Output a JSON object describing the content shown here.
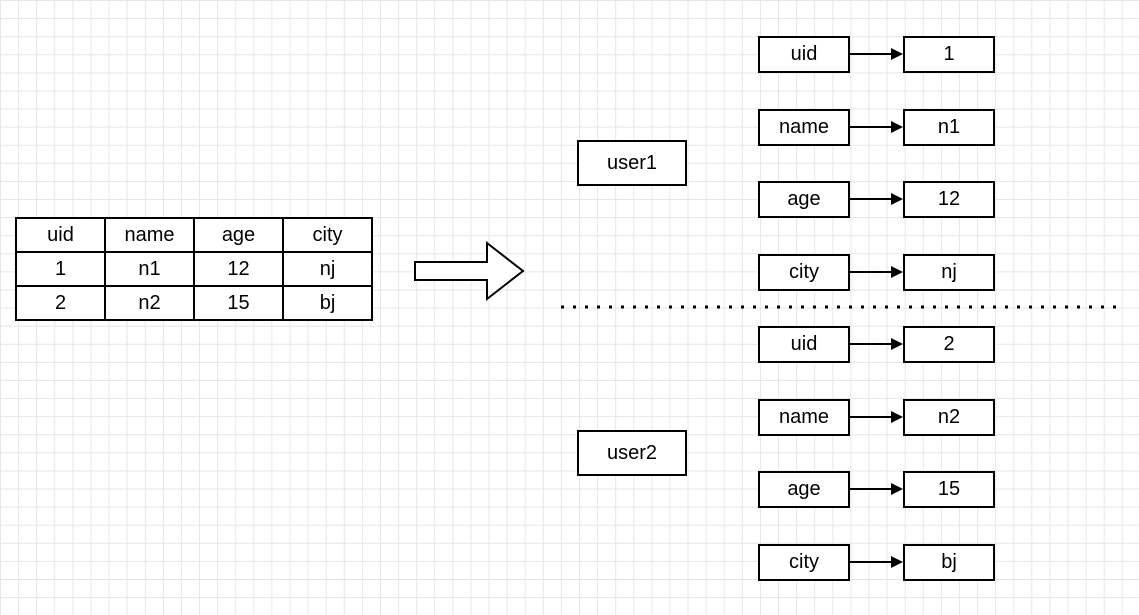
{
  "table": {
    "headers": [
      "uid",
      "name",
      "age",
      "city"
    ],
    "rows": [
      [
        "1",
        "n1",
        "12",
        "nj"
      ],
      [
        "2",
        "n2",
        "15",
        "bj"
      ]
    ]
  },
  "groups": [
    {
      "label": "user1",
      "fields": [
        {
          "key": "uid",
          "value": "1"
        },
        {
          "key": "name",
          "value": "n1"
        },
        {
          "key": "age",
          "value": "12"
        },
        {
          "key": "city",
          "value": "nj"
        }
      ]
    },
    {
      "label": "user2",
      "fields": [
        {
          "key": "uid",
          "value": "2"
        },
        {
          "key": "name",
          "value": "n2"
        },
        {
          "key": "age",
          "value": "15"
        },
        {
          "key": "city",
          "value": "bj"
        }
      ]
    }
  ]
}
